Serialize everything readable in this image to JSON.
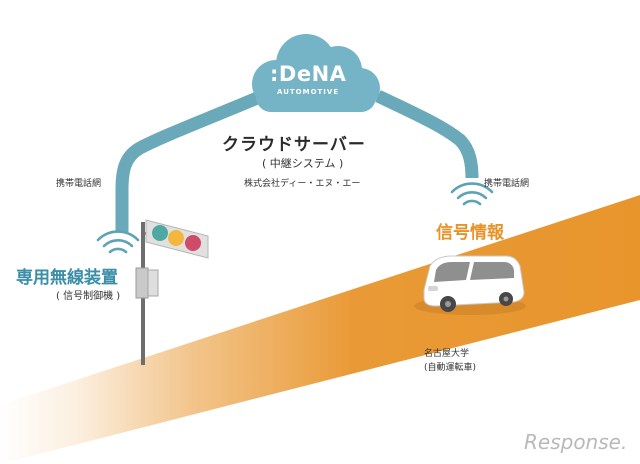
{
  "logo": {
    "brand": ":DeNA",
    "tagline": "AUTOMOTIVE"
  },
  "server": {
    "title": "クラウドサーバー",
    "subtitle": "( 中継システム )",
    "company": "株式会社ディー・エヌ・エー"
  },
  "network": {
    "left_label": "携帯電話網",
    "right_label": "携帯電話網"
  },
  "device": {
    "title": "専用無線装置",
    "subtitle": "( 信号制御機 )"
  },
  "signal_info": {
    "label": "信号情報"
  },
  "vehicle": {
    "org": "名古屋大学",
    "type": "(自動運転車)"
  },
  "watermark": {
    "text": "Response."
  },
  "colors": {
    "cloud": "#74b4c6",
    "link": "#6aa9b9",
    "wifi": "#5da3b5",
    "road": "#e8952c",
    "accent_orange": "#e8922a",
    "accent_blue": "#3b8ea8",
    "light_red": "#cf4b6a",
    "light_yellow": "#f4b73e",
    "light_teal": "#4fa8a3"
  }
}
